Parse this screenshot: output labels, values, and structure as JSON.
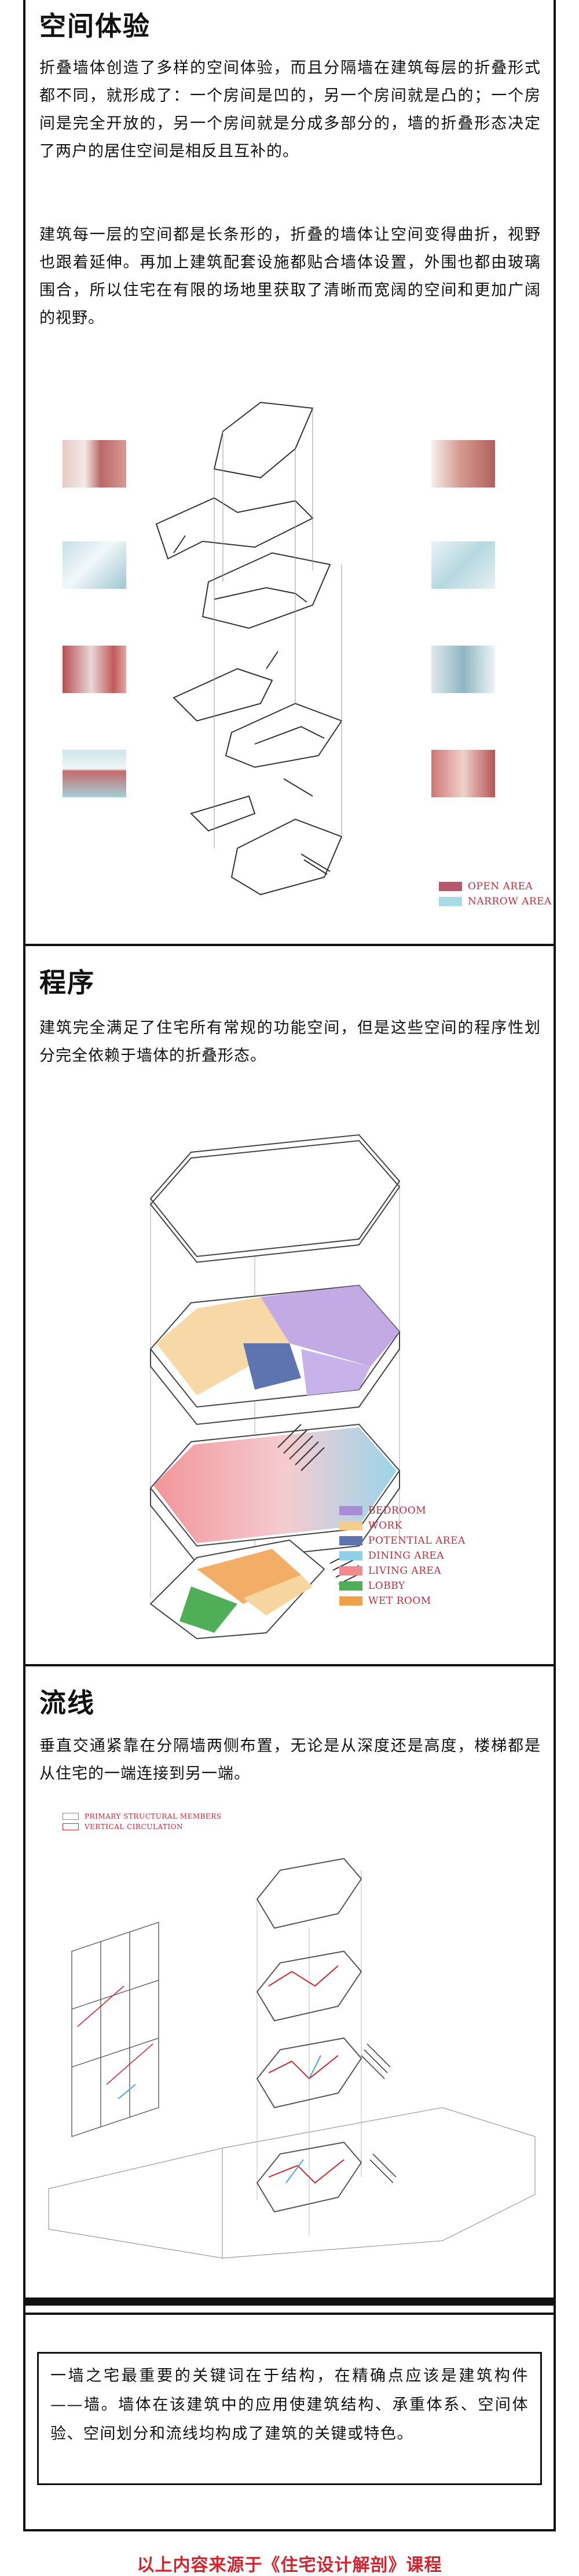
{
  "sections": {
    "space": {
      "title": "空间体验",
      "para1": "折叠墙体创造了多样的空间体验，而且分隔墙在建筑每层的折叠形式都不同，就形成了：一个房间是凹的，另一个房间就是凸的；一个房间是完全开放的，另一个房间就是分成多部分的，墙的折叠形态决定了两户的居住空间是相反且互补的。",
      "para2": "建筑每一层的空间都是长条形的，折叠的墙体让空间变得曲折，视野也跟着延伸。再加上建筑配套设施都贴合墙体设置，外围也都由玻璃围合，所以住宅在有限的场地里获取了清晰而宽阔的空间和更加广阔的视野。",
      "legend": [
        {
          "label": "OPEN AREA",
          "color": "#b4586a"
        },
        {
          "label": "NARROW AREA",
          "color": "#a9dbe6"
        }
      ]
    },
    "program": {
      "title": "程序",
      "para": "建筑完全满足了住宅所有常规的功能空间，但是这些空间的程序性划分完全依赖于墙体的折叠形态。",
      "legend": [
        {
          "label": "BEDROOM",
          "color": "#a98bd6"
        },
        {
          "label": "WORK",
          "color": "#f3cd8d"
        },
        {
          "label": "POTENTIAL AREA",
          "color": "#5d74b0"
        },
        {
          "label": "DINING AREA",
          "color": "#8fd0e8"
        },
        {
          "label": "LIVING AREA",
          "color": "#f08a8f"
        },
        {
          "label": "LOBBY",
          "color": "#4fae57"
        },
        {
          "label": "WET ROOM",
          "color": "#f0a04b"
        }
      ]
    },
    "circulation": {
      "title": "流线",
      "para": "垂直交通紧靠在分隔墙两侧布置，无论是从深度还是高度，楼梯都是从住宅的一端连接到另一端。",
      "legend": [
        {
          "label": "PRIMARY STRUCTURAL MEMBERS",
          "color": "#888888"
        },
        {
          "label": "VERTICAL CIRCULATION",
          "color": "#d0242f"
        }
      ]
    }
  },
  "summary": "一墙之宅最重要的关键词在于结构，在精确点应该是建筑构件——墙。墙体在该建筑中的应用使建筑结构、承重体系、空间体验、空间划分和流线均构成了建筑的关键或特色。",
  "source": "以上内容来源于《住宅设计解剖》课程",
  "colors": {
    "accent_red": "#d0242f",
    "text": "#111111",
    "border": "#111111"
  }
}
